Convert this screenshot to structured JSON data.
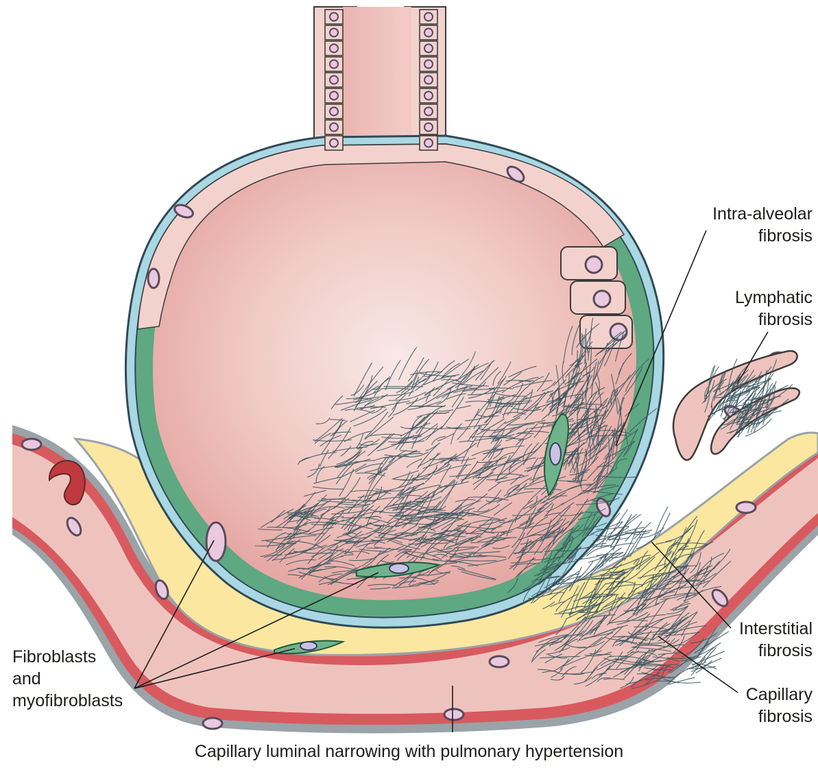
{
  "labels": {
    "intra_alveolar_fibrosis": [
      "Intra-alveolar",
      "fibrosis"
    ],
    "lymphatic_fibrosis": [
      "Lymphatic",
      "fibrosis"
    ],
    "interstitial_fibrosis": [
      "Interstitial",
      "fibrosis"
    ],
    "capillary_fibrosis": [
      "Capillary",
      "fibrosis"
    ],
    "fibroblasts": [
      "Fibroblasts",
      "and",
      "myofibroblasts"
    ],
    "capillary_narrowing": "Capillary luminal narrowing with pulmonary hypertension"
  },
  "colors": {
    "alveolar_lumen": "#eeb8b3",
    "alveolar_center": "#f6e3e1",
    "epithelium": "#f3d2cd",
    "basement_blue": "#a9d7e3",
    "thickened_wall_green": "#5ea882",
    "interstitium_yellow": "#fbe7a0",
    "capillary_wall_red": "#d85a5e",
    "capillary_lumen": "#efc3bd",
    "outline_gray": "#9aa3a8",
    "fibres": "#3d5962",
    "nucleus": "#e9c9df",
    "nucleus_outline": "#5a4a5c",
    "leader_line": "#1d1d1b"
  }
}
